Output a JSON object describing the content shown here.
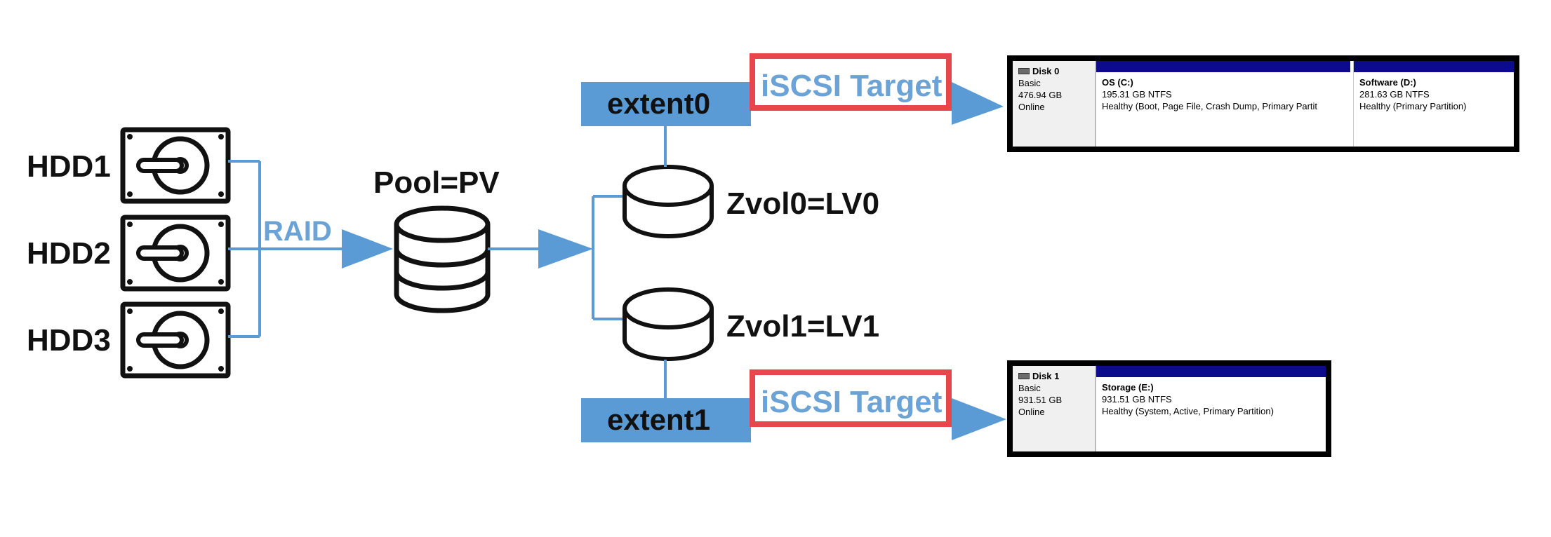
{
  "hdds": [
    {
      "label": "HDD1"
    },
    {
      "label": "HDD2"
    },
    {
      "label": "HDD3"
    }
  ],
  "raid_label": "RAID",
  "pool_label": "Pool=PV",
  "zvols": [
    {
      "label": "Zvol0=LV0"
    },
    {
      "label": "Zvol1=LV1"
    }
  ],
  "extents": [
    {
      "label": "extent0",
      "target_label": "iSCSI Target"
    },
    {
      "label": "extent1",
      "target_label": "iSCSI Target"
    }
  ],
  "disks": [
    {
      "name": "Disk 0",
      "type": "Basic",
      "size": "476.94 GB",
      "status": "Online",
      "partitions": [
        {
          "name": "OS  (C:)",
          "size": "195.31 GB NTFS",
          "status": "Healthy (Boot, Page File, Crash Dump, Primary Partit"
        },
        {
          "name": "Software  (D:)",
          "size": "281.63 GB NTFS",
          "status": "Healthy (Primary Partition)"
        }
      ]
    },
    {
      "name": "Disk 1",
      "type": "Basic",
      "size": "931.51 GB",
      "status": "Online",
      "partitions": [
        {
          "name": "Storage  (E:)",
          "size": "931.51 GB NTFS",
          "status": "Healthy (System, Active, Primary Partition)"
        }
      ]
    }
  ],
  "colors": {
    "line_blue": "#5b9bd5",
    "extent_fill": "#5b9bd5",
    "target_text": "#6ba3d6",
    "target_border": "#e8464d",
    "partition_bar": "#0b0b8c"
  }
}
